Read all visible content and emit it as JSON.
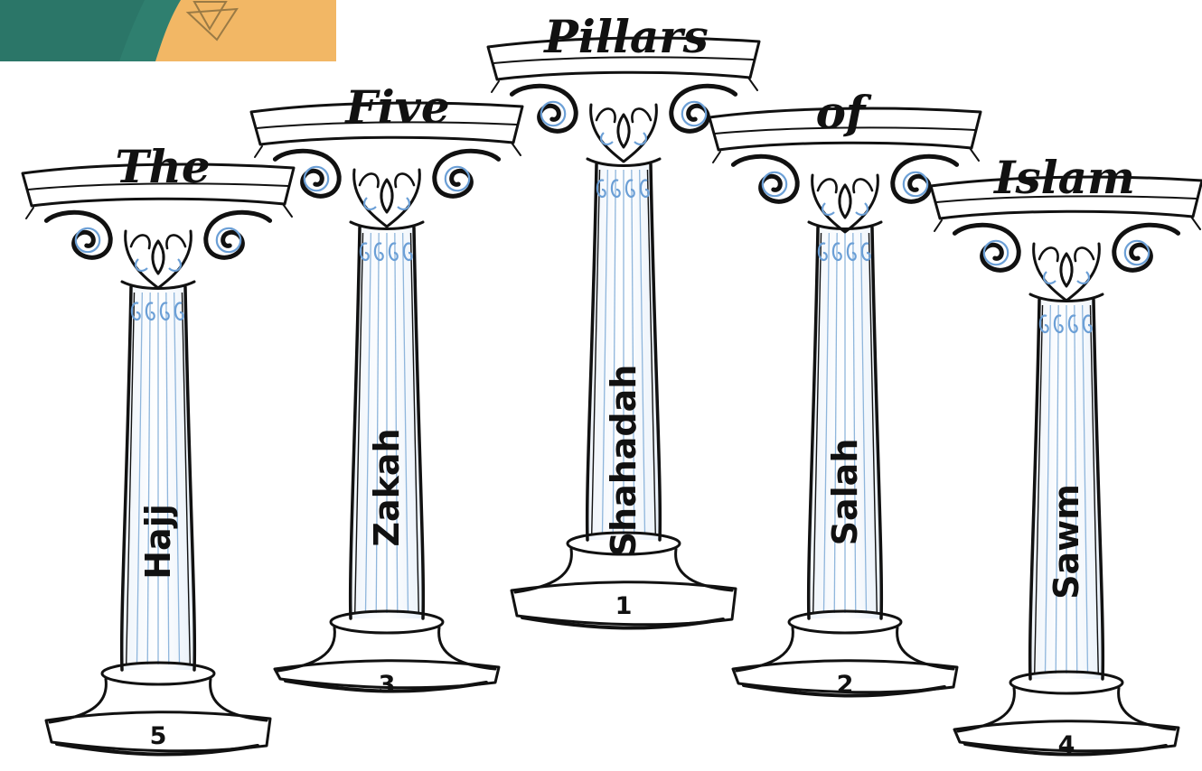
{
  "title_words": [
    "The",
    "Five",
    "Pillars",
    "of",
    "Islam"
  ],
  "pillars": [
    {
      "name": "Hajj",
      "number": "5"
    },
    {
      "name": "Zakah",
      "number": "3"
    },
    {
      "name": "Shahadah",
      "number": "1"
    },
    {
      "name": "Salah",
      "number": "2"
    },
    {
      "name": "Sawm",
      "number": "4"
    }
  ],
  "colors": {
    "ink": "#111111",
    "flute_blue": "#8fb6dc",
    "corner_teal": "#2f7f6f",
    "corner_gold": "#f2b765"
  },
  "icons": [
    "star-of-david-icon"
  ]
}
